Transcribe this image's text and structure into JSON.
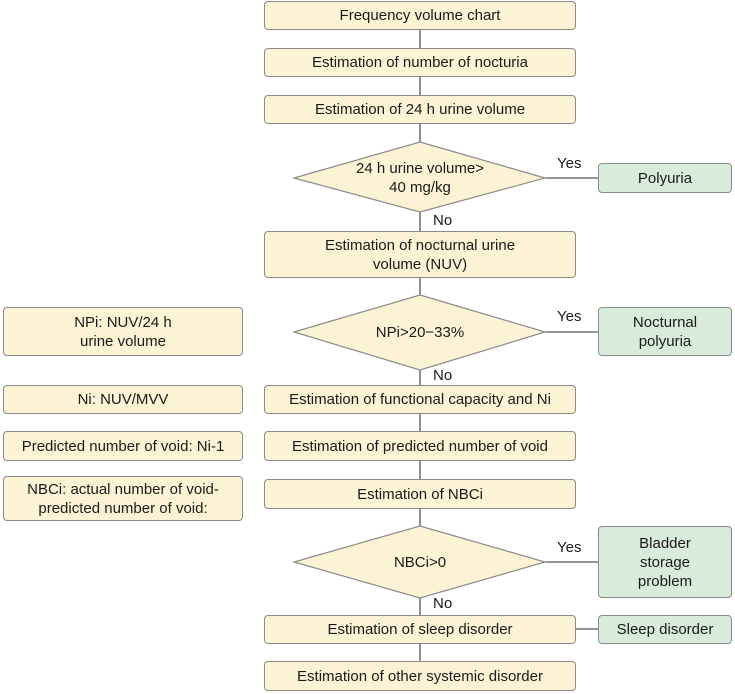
{
  "flow": {
    "frequency_chart": "Frequency volume chart",
    "nocturia_count": "Estimation of number of nocturia",
    "urine_24h": "Estimation of 24 h urine volume",
    "decision_urine": "24 h urine volume>\n40 mg/kg",
    "nuv": "Estimation of nocturnal urine\nvolume (NUV)",
    "decision_npi": "NPi>20−33%",
    "functional_capacity": "Estimation of functional capacity and Ni",
    "predicted_void": "Estimation of predicted number of void",
    "nbci": "Estimation of NBCi",
    "decision_nbci": "NBCi>0",
    "sleep": "Estimation of sleep disorder",
    "systemic": "Estimation of other systemic disorder"
  },
  "outcomes": {
    "polyuria": "Polyuria",
    "nocturnal_polyuria": "Nocturnal\npolyuria",
    "bladder_storage": "Bladder\nstorage\nproblem",
    "sleep_disorder": "Sleep disorder"
  },
  "definitions": {
    "npi": "NPi: NUV/24 h\nurine volume",
    "ni": "Ni: NUV/MVV",
    "predicted": "Predicted number of void: Ni-1",
    "nbci": "NBCi: actual number of void-\npredicted number of void:"
  },
  "labels": {
    "yes": "Yes",
    "no": "No"
  },
  "colors": {
    "process_fill": "#fcf3d4",
    "outcome_fill": "#d9ebdb",
    "border": "#8a8a8a",
    "line": "#555555"
  }
}
